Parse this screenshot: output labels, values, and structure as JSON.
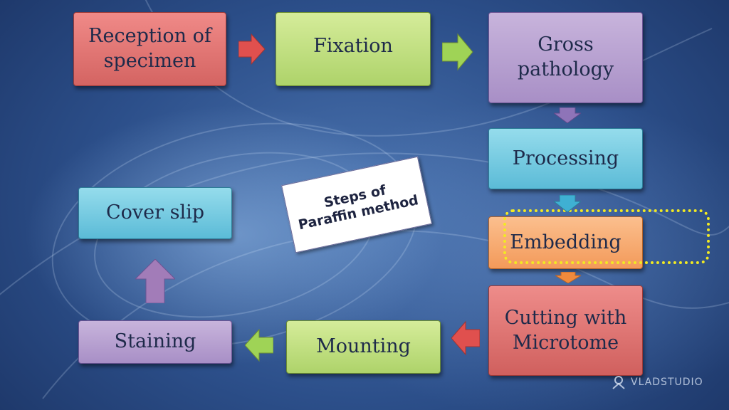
{
  "steps": {
    "reception": "Reception of specimen",
    "fixation": "Fixation",
    "gross": "Gross pathology",
    "processing": "Processing",
    "embedding": "Embedding",
    "cutting": "Cutting with Microtome",
    "mounting": "Mounting",
    "staining": "Staining",
    "coverslip": "Cover slip"
  },
  "title": {
    "line1": "Steps of",
    "line2": "Paraffin method"
  },
  "watermark": "VLADSTUDIO",
  "colors": {
    "red": "#d46462",
    "green": "#aed36a",
    "purple": "#a88fc6",
    "cyan": "#5bbbd7",
    "orange": "#f39a5a",
    "highlight": "#f2ea22"
  }
}
